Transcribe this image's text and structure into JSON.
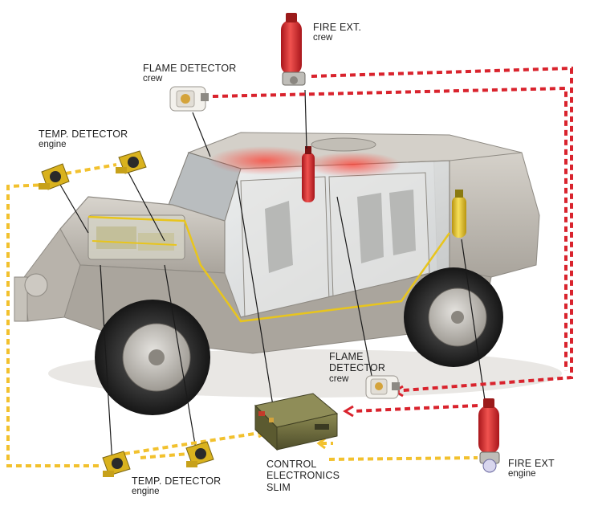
{
  "labels": {
    "fire_ext_crew": {
      "title": "FIRE EXT.",
      "sub": "crew"
    },
    "flame_detector_crew_top": {
      "title": "FLAME DETECTOR",
      "sub": "crew"
    },
    "temp_detector_engine_top": {
      "title": "TEMP. DETECTOR",
      "sub": "engine"
    },
    "flame_detector_crew_side": {
      "title_line1": "FLAME",
      "title_line2": "DETECTOR",
      "sub": "crew"
    },
    "control_electronics": {
      "line1": "CONTROL",
      "line2": "ELECTRONICS",
      "line3": "SLIM"
    },
    "temp_detector_engine_bottom": {
      "title": "TEMP. DETECTOR",
      "sub": "engine"
    },
    "fire_ext_engine": {
      "title": "FIRE EXT",
      "sub": "engine"
    }
  },
  "colors": {
    "crew_line": "#d9232d",
    "engine_line": "#f2c12e",
    "vehicle_body": "#c9c4bc",
    "extinguisher_red": "#d7262b",
    "extinguisher_yellow": "#e8c51d",
    "detector_yellow": "#d9b21e",
    "control_box": "#6b6a3a"
  },
  "icons": [
    "fire-extinguisher-icon",
    "flame-detector-icon",
    "temp-detector-icon",
    "control-unit-icon"
  ]
}
